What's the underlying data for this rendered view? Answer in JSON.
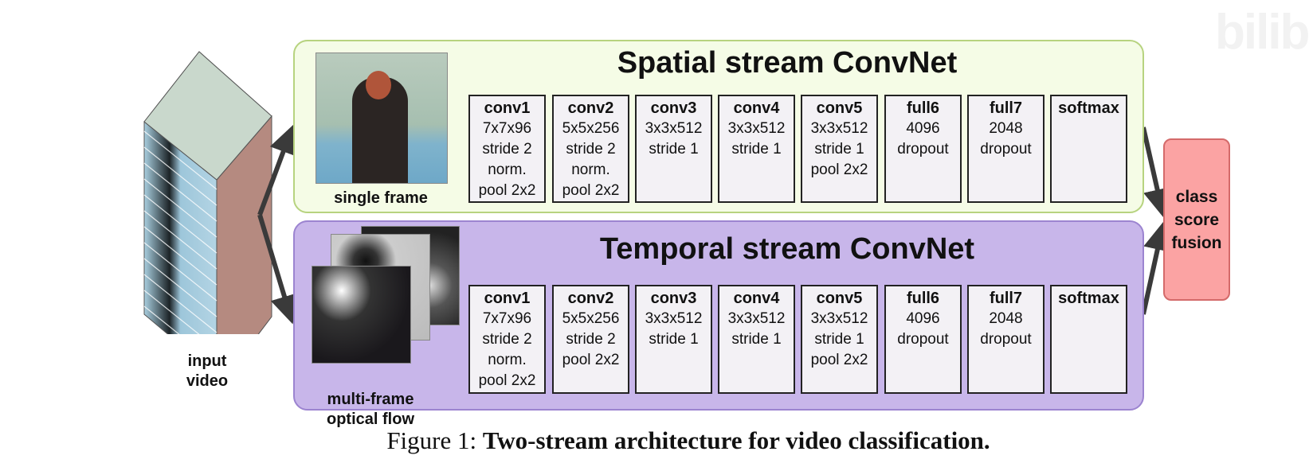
{
  "input": {
    "label_line1": "input",
    "label_line2": "video"
  },
  "spatial": {
    "title": "Spatial stream ConvNet",
    "input_label": "single frame",
    "layers": [
      {
        "name": "conv1",
        "lines": [
          "7x7x96",
          "stride 2",
          "norm.",
          "pool 2x2"
        ]
      },
      {
        "name": "conv2",
        "lines": [
          "5x5x256",
          "stride 2",
          "norm.",
          "pool 2x2"
        ]
      },
      {
        "name": "conv3",
        "lines": [
          "3x3x512",
          "stride 1"
        ]
      },
      {
        "name": "conv4",
        "lines": [
          "3x3x512",
          "stride 1"
        ]
      },
      {
        "name": "conv5",
        "lines": [
          "3x3x512",
          "stride 1",
          "pool 2x2"
        ]
      },
      {
        "name": "full6",
        "lines": [
          "4096",
          "dropout"
        ]
      },
      {
        "name": "full7",
        "lines": [
          "2048",
          "dropout"
        ]
      },
      {
        "name": "softmax",
        "lines": []
      }
    ]
  },
  "temporal": {
    "title": "Temporal stream ConvNet",
    "input_label_line1": "multi-frame",
    "input_label_line2": "optical flow",
    "layers": [
      {
        "name": "conv1",
        "lines": [
          "7x7x96",
          "stride 2",
          "norm.",
          "pool 2x2"
        ]
      },
      {
        "name": "conv2",
        "lines": [
          "5x5x256",
          "stride 2",
          "pool 2x2"
        ]
      },
      {
        "name": "conv3",
        "lines": [
          "3x3x512",
          "stride 1"
        ]
      },
      {
        "name": "conv4",
        "lines": [
          "3x3x512",
          "stride 1"
        ]
      },
      {
        "name": "conv5",
        "lines": [
          "3x3x512",
          "stride 1",
          "pool 2x2"
        ]
      },
      {
        "name": "full6",
        "lines": [
          "4096",
          "dropout"
        ]
      },
      {
        "name": "full7",
        "lines": [
          "2048",
          "dropout"
        ]
      },
      {
        "name": "softmax",
        "lines": []
      }
    ]
  },
  "fusion": {
    "lines": [
      "class",
      "score",
      "fusion"
    ]
  },
  "caption": {
    "prefix": "Figure 1: ",
    "text": "Two-stream architecture for video classification."
  },
  "watermark": "bilibili",
  "colors": {
    "spatial_bg": "#f5fce6",
    "temporal_bg": "#c8b6ea",
    "fusion_bg": "#fba3a3"
  }
}
